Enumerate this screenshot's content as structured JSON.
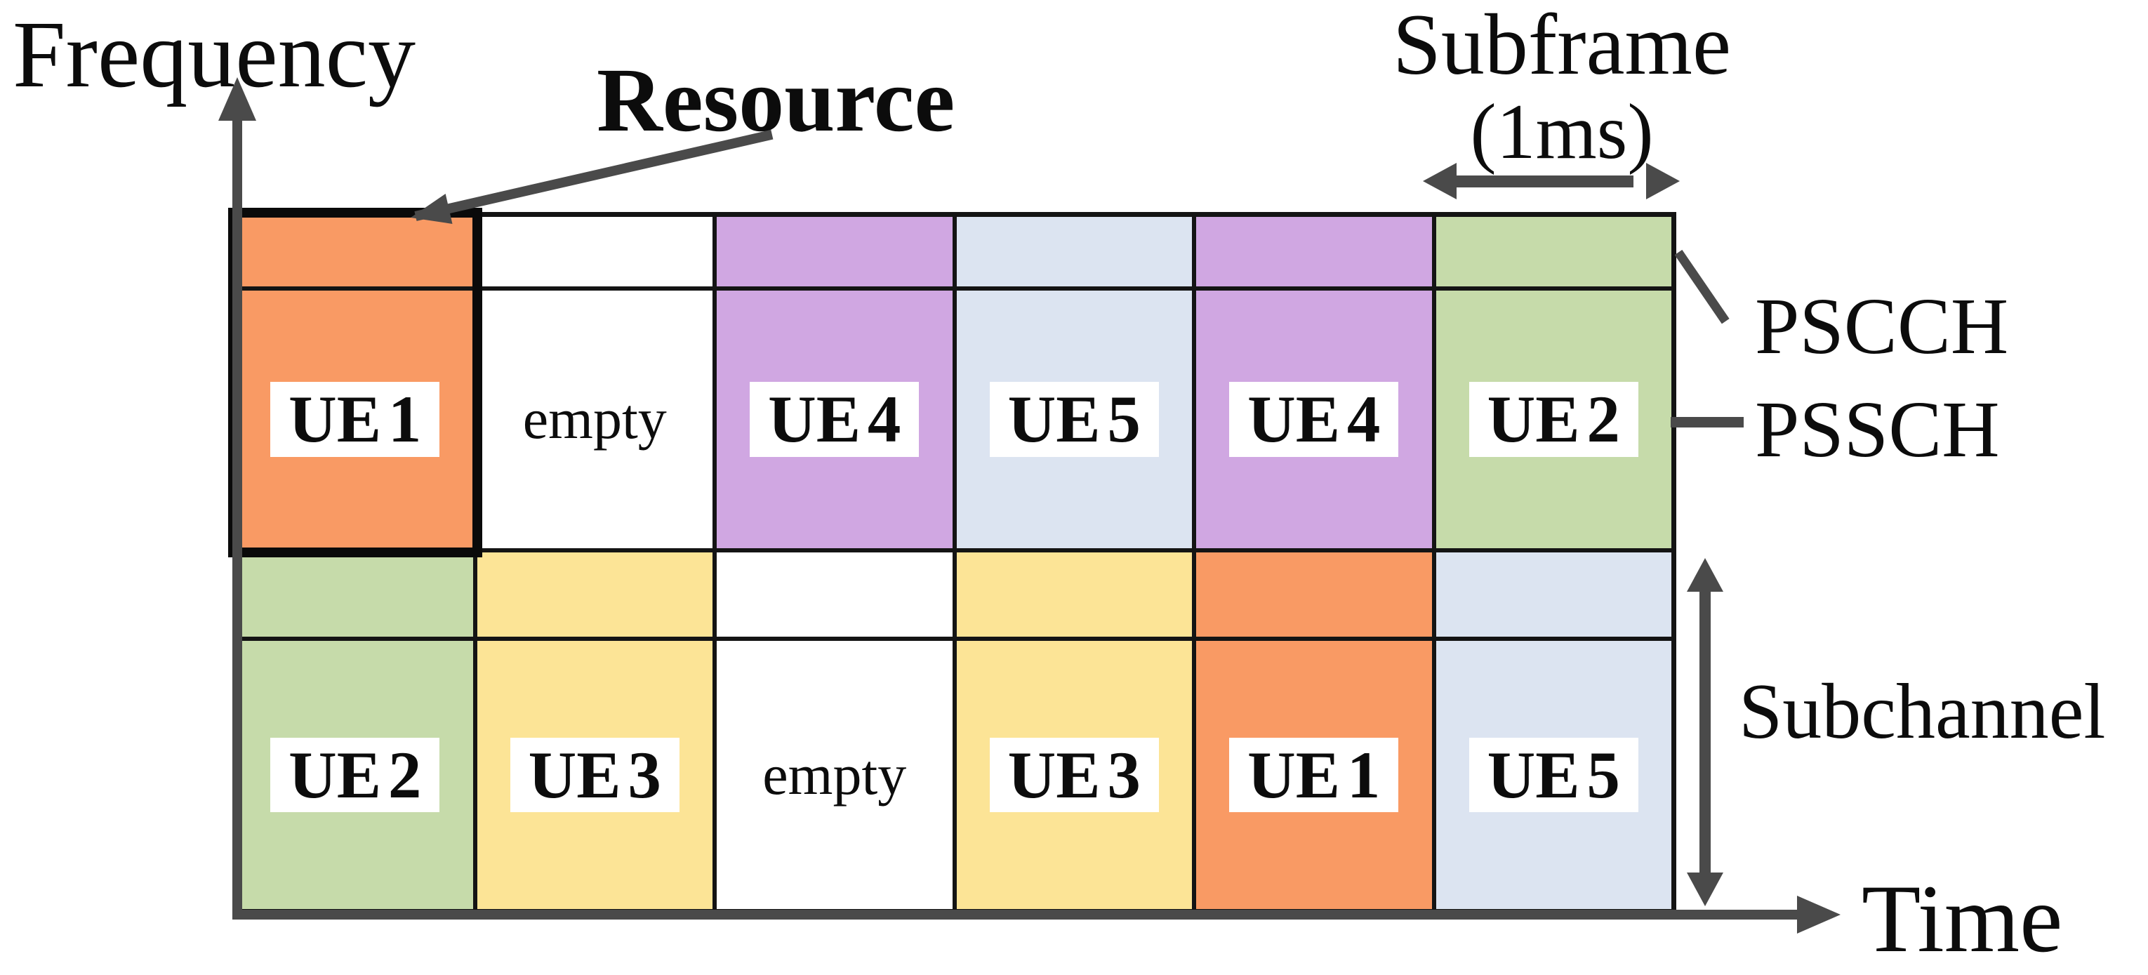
{
  "axes": {
    "y_label": "Frequency",
    "x_label": "Time"
  },
  "annotations": {
    "resource": "Resource",
    "subframe_line1": "Subframe",
    "subframe_line2": "(1ms)",
    "pscch": "PSCCH",
    "pssch": "PSSCH",
    "subchannel": "Subchannel"
  },
  "colors": {
    "orange": "#F99A64",
    "green": "#C6DBAA",
    "yellow": "#FCE496",
    "purple": "#D0A7E2",
    "blue": "#DCE4F1",
    "white": "#FFFFFF",
    "grid_line": "#141414",
    "arrow_gray": "#4A4A4A",
    "label_bg": "#FFFFFF",
    "text": "#0C0C0C"
  },
  "grid": {
    "rows": 2,
    "cols": 6,
    "structure": "each cell = thin PSCCH strip on top + PSSCH body below",
    "columns": [
      {
        "top": {
          "label": "UE 1",
          "color": "orange",
          "highlighted_resource": true
        },
        "bottom": {
          "label": "UE 2",
          "color": "green"
        }
      },
      {
        "top": {
          "label": "empty",
          "color": "white",
          "empty": true
        },
        "bottom": {
          "label": "UE 3",
          "color": "yellow"
        }
      },
      {
        "top": {
          "label": "UE 4",
          "color": "purple"
        },
        "bottom": {
          "label": "empty",
          "color": "white",
          "empty": true
        }
      },
      {
        "top": {
          "label": "UE 5",
          "color": "blue"
        },
        "bottom": {
          "label": "UE 3",
          "color": "yellow"
        }
      },
      {
        "top": {
          "label": "UE 4",
          "color": "purple"
        },
        "bottom": {
          "label": "UE 1",
          "color": "orange"
        }
      },
      {
        "top": {
          "label": "UE 2",
          "color": "green"
        },
        "bottom": {
          "label": "UE 5",
          "color": "blue"
        }
      }
    ]
  }
}
